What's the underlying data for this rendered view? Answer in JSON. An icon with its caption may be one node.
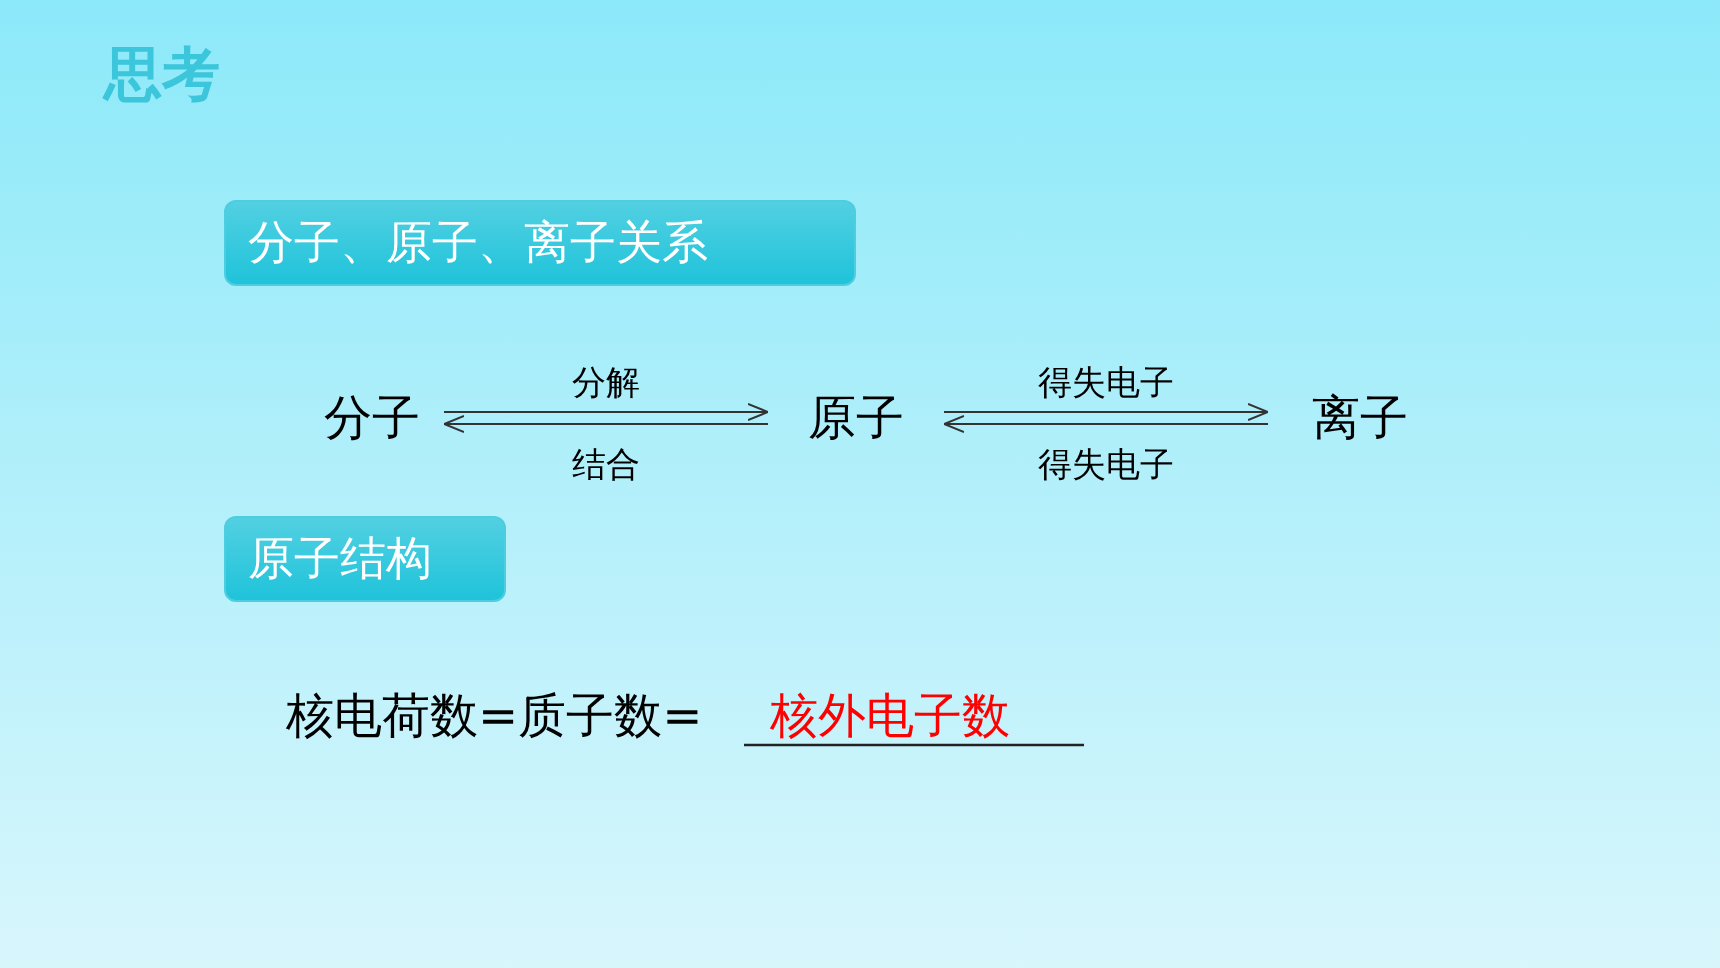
{
  "diagram": {
    "title": "思考",
    "nodes": [
      {
        "text": [
          "分子、原子、离子关系"
        ]
      },
      {
        "text": [
          "分子"
        ]
      },
      {
        "text": [
          "原子"
        ]
      },
      {
        "text": [
          "离子"
        ]
      },
      {
        "text": [
          "原子结构"
        ]
      }
    ],
    "edges": [
      {
        "from": 1,
        "to": 2,
        "arrow": "to",
        "label": "分解"
      },
      {
        "from": 2,
        "to": 1,
        "arrow": "to",
        "label": "结合"
      },
      {
        "from": 2,
        "to": 3,
        "arrow": "to",
        "label": "得失电子"
      },
      {
        "from": 3,
        "to": 2,
        "arrow": "to",
        "label": "得失电子"
      }
    ],
    "labels": [
      "核电荷数=质子数=",
      "核外电子数"
    ]
  }
}
